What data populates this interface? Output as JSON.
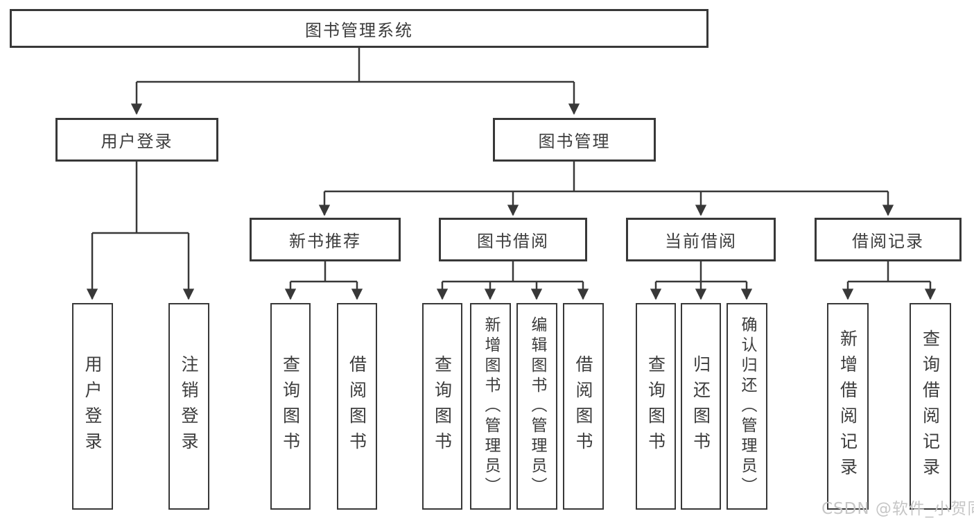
{
  "diagram": {
    "root": {
      "label": "图书管理系统"
    },
    "branches": [
      {
        "label": "用户登录",
        "children": [
          {
            "label": "用户登录"
          },
          {
            "label": "注销登录"
          }
        ]
      },
      {
        "label": "图书管理",
        "children": [
          {
            "label": "新书推荐",
            "children": [
              {
                "label": "查询图书"
              },
              {
                "label": "借阅图书"
              }
            ]
          },
          {
            "label": "图书借阅",
            "children": [
              {
                "label": "查询图书"
              },
              {
                "label": "新增图书（管理员）"
              },
              {
                "label": "编辑图书（管理员）"
              },
              {
                "label": "借阅图书"
              }
            ]
          },
          {
            "label": "当前借阅",
            "children": [
              {
                "label": "查询图书"
              },
              {
                "label": "归还图书"
              },
              {
                "label": "确认归还（管理员）"
              }
            ]
          },
          {
            "label": "借阅记录",
            "children": [
              {
                "label": "新增借阅记录"
              },
              {
                "label": "查询借阅记录"
              }
            ]
          }
        ]
      }
    ]
  },
  "watermark": "CSDN @软件_小贺同学",
  "colors": {
    "line": "#383838",
    "box_border": "#383838",
    "text": "#3c3c3c",
    "watermark": "#c6c6c6",
    "background": "#ffffff"
  }
}
